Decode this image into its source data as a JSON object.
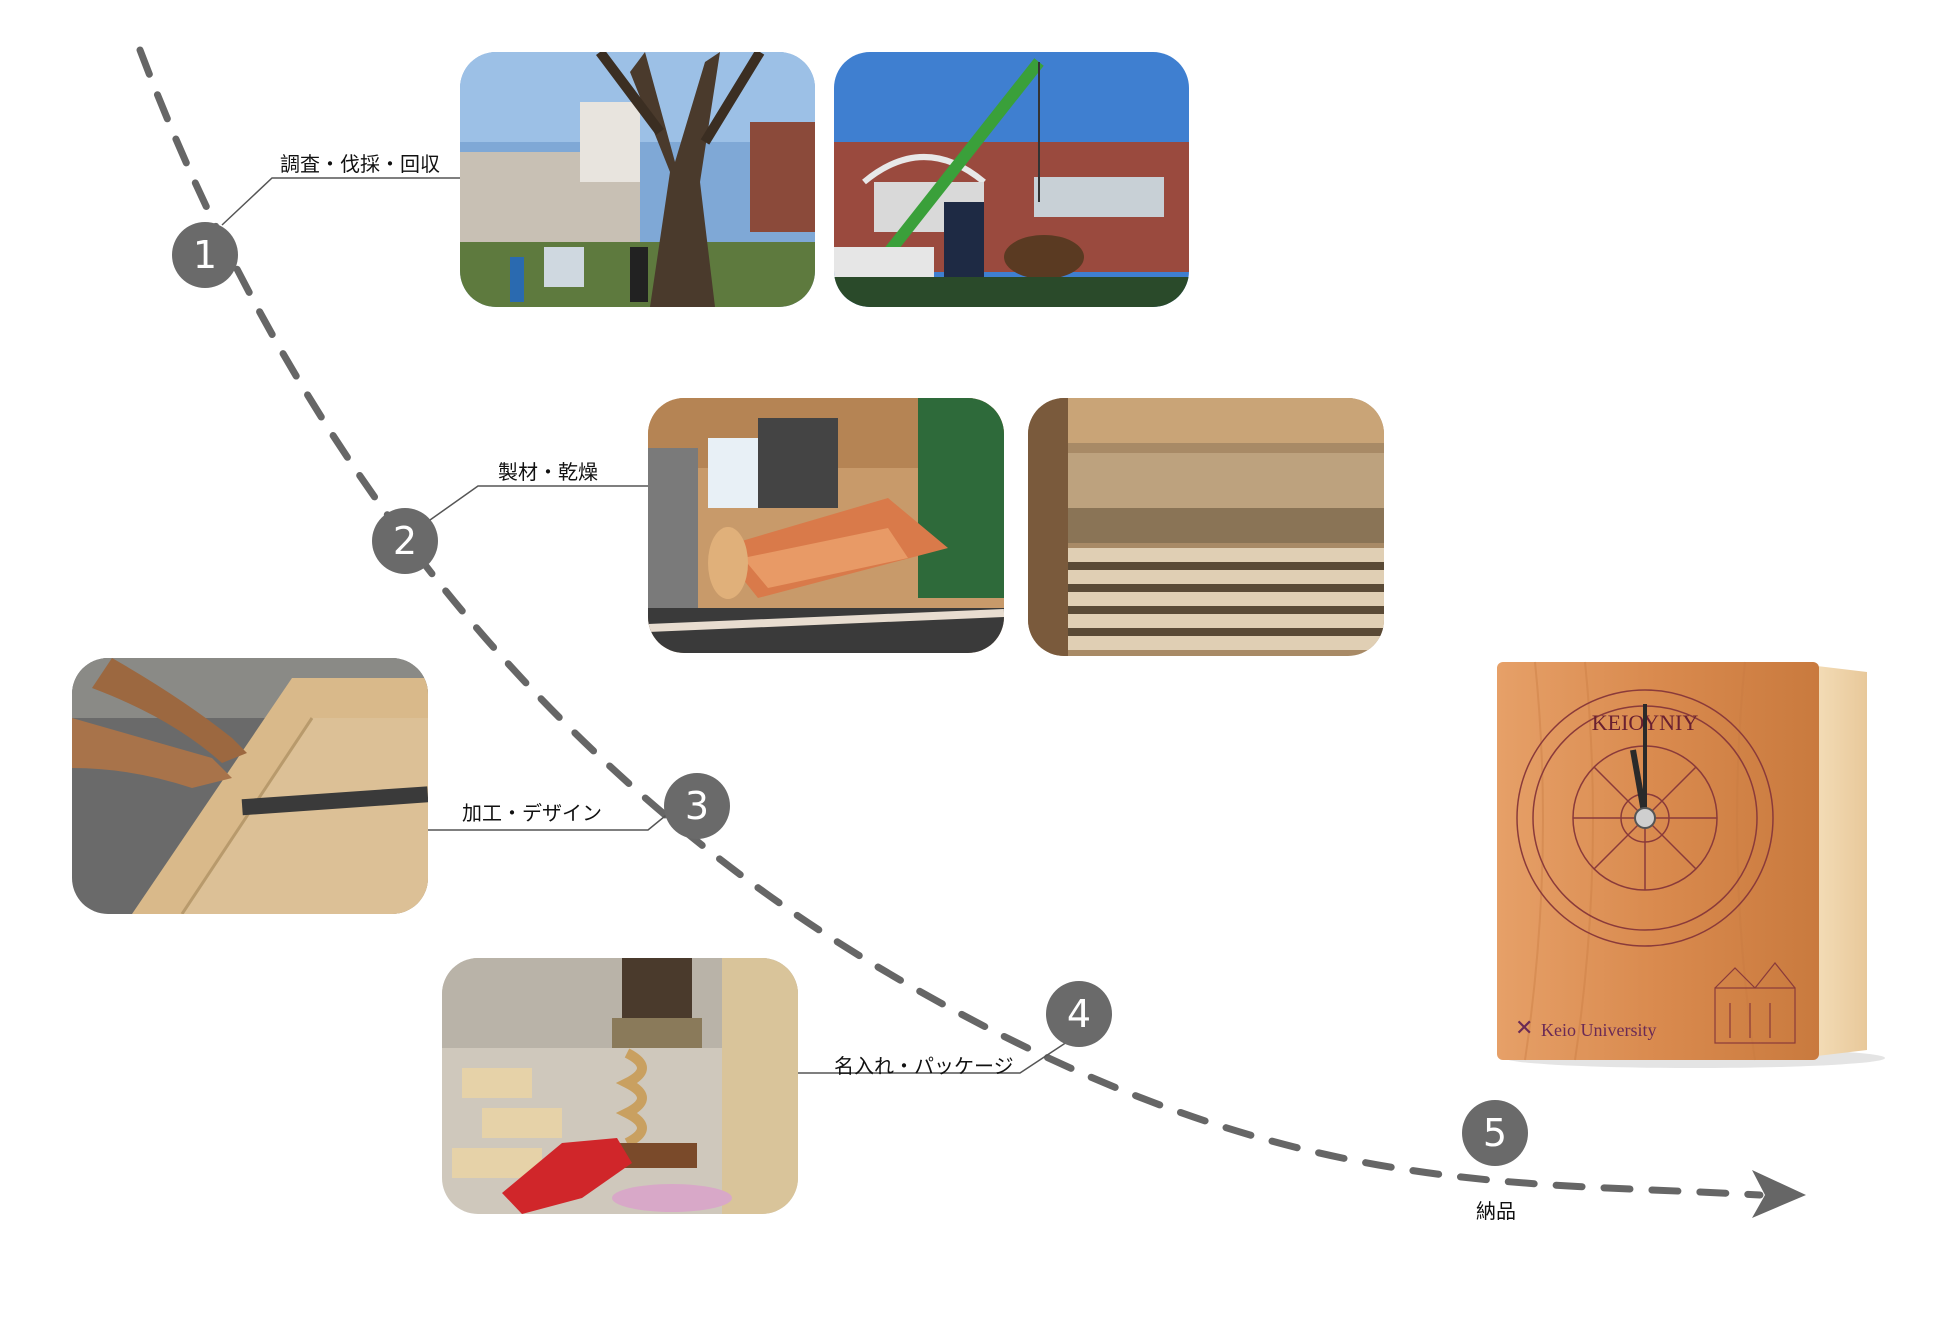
{
  "steps": [
    {
      "number": "1",
      "label": "調査・伐採・回収"
    },
    {
      "number": "2",
      "label": "製材・乾燥"
    },
    {
      "number": "3",
      "label": "加工・デザイン"
    },
    {
      "number": "4",
      "label": "名入れ・パッケージ"
    },
    {
      "number": "5",
      "label": "納品"
    }
  ],
  "product": {
    "brand_text": "Keio University",
    "clock_face_letters": "ΚΕΙΟΥΝΙΥ"
  },
  "colors": {
    "path": "#666666",
    "circle": "#6a6a6a",
    "leader_line": "#555555",
    "wood": "#d8955a"
  }
}
